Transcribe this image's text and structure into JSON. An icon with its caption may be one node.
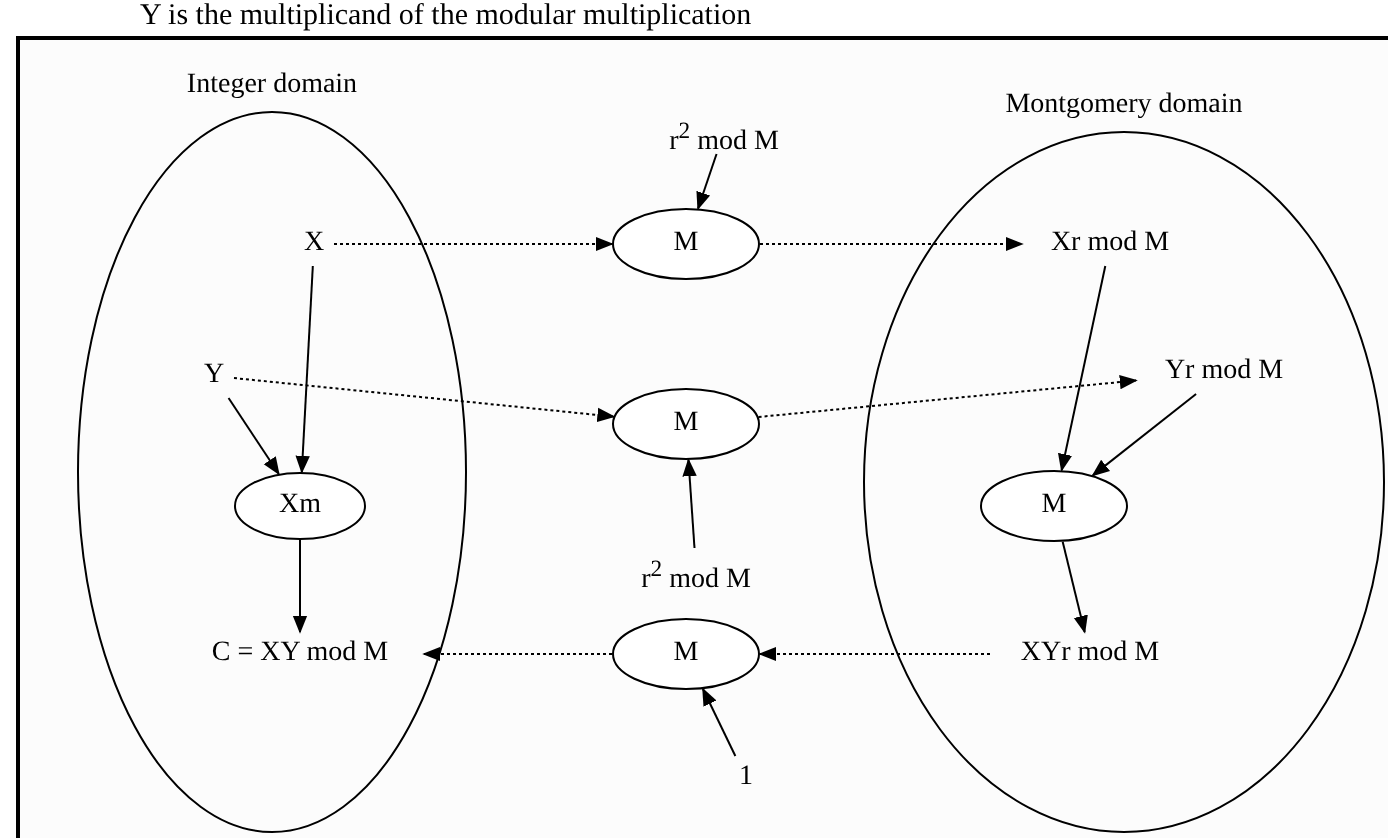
{
  "diagram": {
    "nodes": [
      {
        "text": [
          "Integer domain"
        ]
      },
      {
        "text": [
          "X"
        ],
        "in": 0
      },
      {
        "text": [
          "Y"
        ],
        "in": 0
      },
      {
        "text": [
          "Xm"
        ],
        "in": 0
      },
      {
        "text": [
          "C = XY mod M"
        ],
        "in": 0
      },
      {
        "text": [
          "M"
        ]
      },
      {
        "text": [
          "M"
        ]
      },
      {
        "text": [
          "M"
        ]
      },
      {
        "text": [
          "r$^{2}$ mod M"
        ]
      },
      {
        "text": [
          "r$^{2}$ mod M"
        ]
      },
      {
        "text": [
          "1"
        ]
      },
      {
        "text": [
          "Montgomery domain"
        ]
      },
      {
        "text": [
          "Xr mod M"
        ],
        "in": 11
      },
      {
        "text": [
          "Yr mod M"
        ],
        "in": 11
      },
      {
        "text": [
          "M"
        ],
        "in": 11
      },
      {
        "text": [
          "XYr mod M"
        ],
        "in": 11
      }
    ],
    "edges": [
      {
        "from": 1,
        "to": 5,
        "arrow": "to",
        "style": "dashed"
      },
      {
        "from": 5,
        "to": 12,
        "arrow": "to",
        "style": "dashed"
      },
      {
        "from": 2,
        "to": 6,
        "arrow": "to",
        "style": "dashed"
      },
      {
        "from": 6,
        "to": 13,
        "arrow": "to",
        "style": "dashed"
      },
      {
        "from": 1,
        "to": 3,
        "arrow": "to"
      },
      {
        "from": 2,
        "to": 3,
        "arrow": "to"
      },
      {
        "from": 3,
        "to": 4,
        "arrow": "to"
      },
      {
        "from": 8,
        "to": 5,
        "arrow": "to"
      },
      {
        "from": 9,
        "to": 6,
        "arrow": "to"
      },
      {
        "from": 12,
        "to": 14,
        "arrow": "to"
      },
      {
        "from": 13,
        "to": 14,
        "arrow": "to"
      },
      {
        "from": 14,
        "to": 15,
        "arrow": "to"
      },
      {
        "from": 15,
        "to": 7,
        "arrow": "to",
        "style": "dashed"
      },
      {
        "from": 7,
        "to": 4,
        "arrow": "to",
        "style": "dashed"
      },
      {
        "from": 10,
        "to": 7,
        "arrow": "to"
      }
    ],
    "labels": [
      "Y is the multiplicand of the modular multiplication"
    ]
  }
}
